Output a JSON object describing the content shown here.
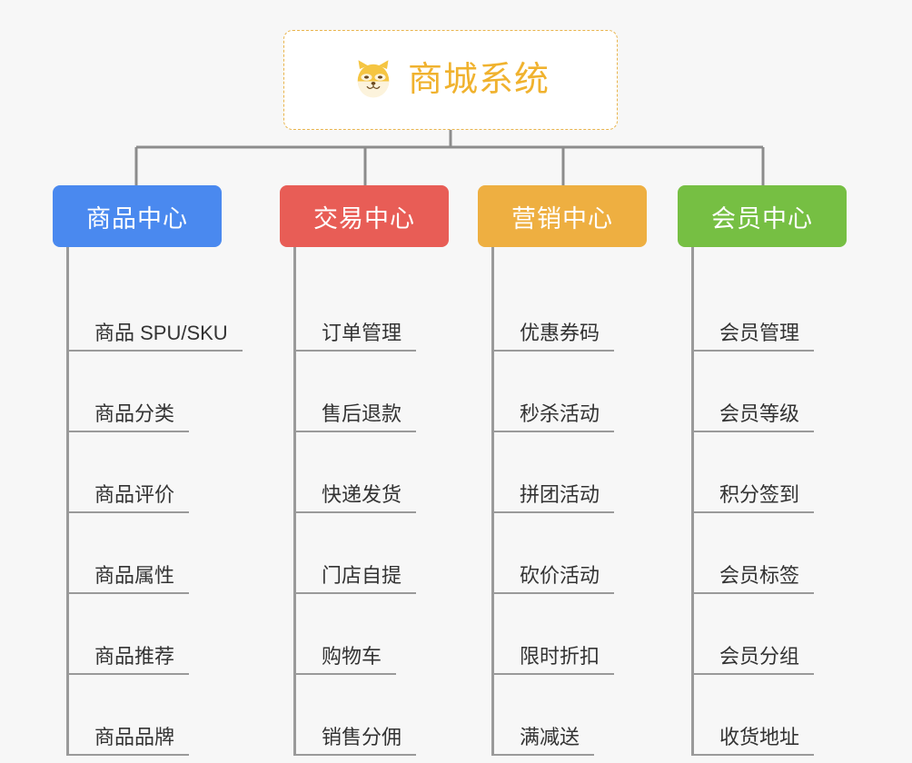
{
  "root": {
    "icon": "shiba-dog-face-icon",
    "title": "商城系统",
    "border_color": "#e9b44c",
    "title_color": "#f0b22e"
  },
  "canvas": {
    "background": "#f7f7f7",
    "connector_color": "#8c8c8c"
  },
  "columns": [
    {
      "title": "商品中心",
      "color": "#4a89ef",
      "items": [
        "商品 SPU/SKU",
        "商品分类",
        "商品评价",
        "商品属性",
        "商品推荐",
        "商品品牌"
      ]
    },
    {
      "title": "交易中心",
      "color": "#e85d56",
      "items": [
        "订单管理",
        "售后退款",
        "快递发货",
        "门店自提",
        "购物车",
        "销售分佣"
      ]
    },
    {
      "title": "营销中心",
      "color": "#eeaf41",
      "items": [
        "优惠券码",
        "秒杀活动",
        "拼团活动",
        "砍价活动",
        "限时折扣",
        "满减送"
      ]
    },
    {
      "title": "会员中心",
      "color": "#76bf43",
      "items": [
        "会员管理",
        "会员等级",
        "积分签到",
        "会员标签",
        "会员分组",
        "收货地址"
      ]
    }
  ]
}
